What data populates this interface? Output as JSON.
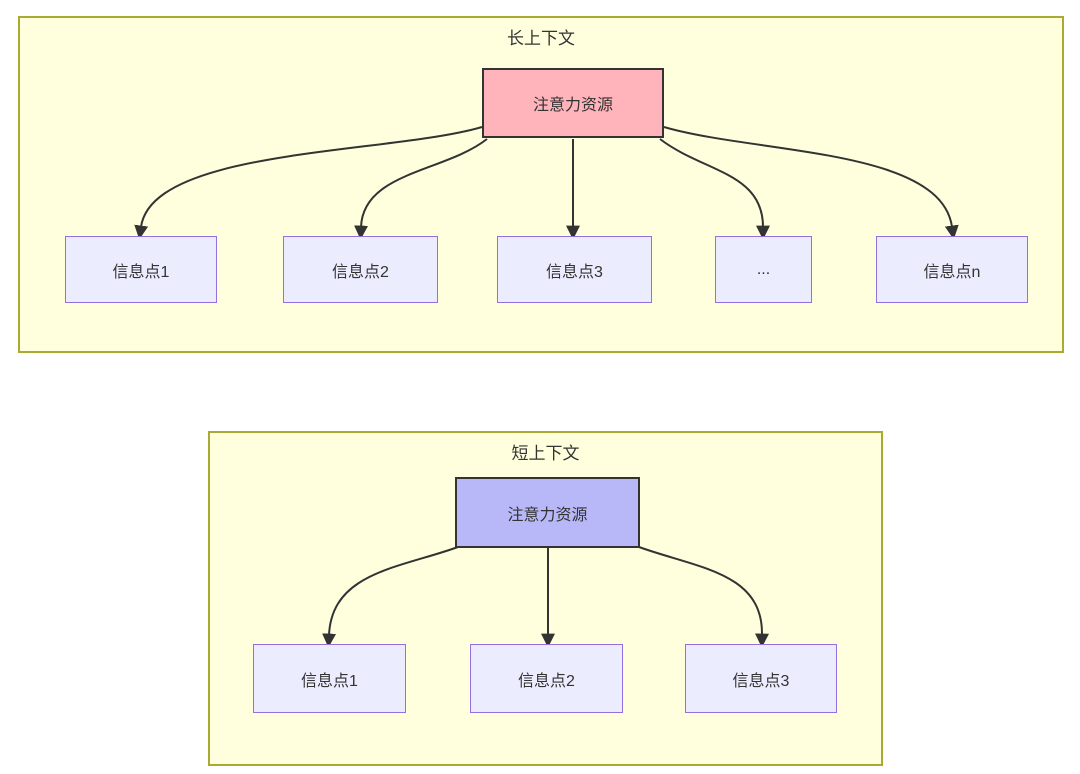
{
  "colors": {
    "subgraph_fill": "#ffffde",
    "subgraph_border": "#aaaa33",
    "node_fill": "#ececff",
    "node_border": "#9370db",
    "attention_long_fill": "#ffb3ba",
    "attention_short_fill": "#b8b8f8",
    "attention_border": "#333333",
    "edge_color": "#333333",
    "text_color": "#333333"
  },
  "long_context": {
    "title": "长上下文",
    "attention_label": "注意力资源",
    "nodes": [
      "信息点1",
      "信息点2",
      "信息点3",
      "...",
      "信息点n"
    ]
  },
  "short_context": {
    "title": "短上下文",
    "attention_label": "注意力资源",
    "nodes": [
      "信息点1",
      "信息点2",
      "信息点3"
    ]
  }
}
